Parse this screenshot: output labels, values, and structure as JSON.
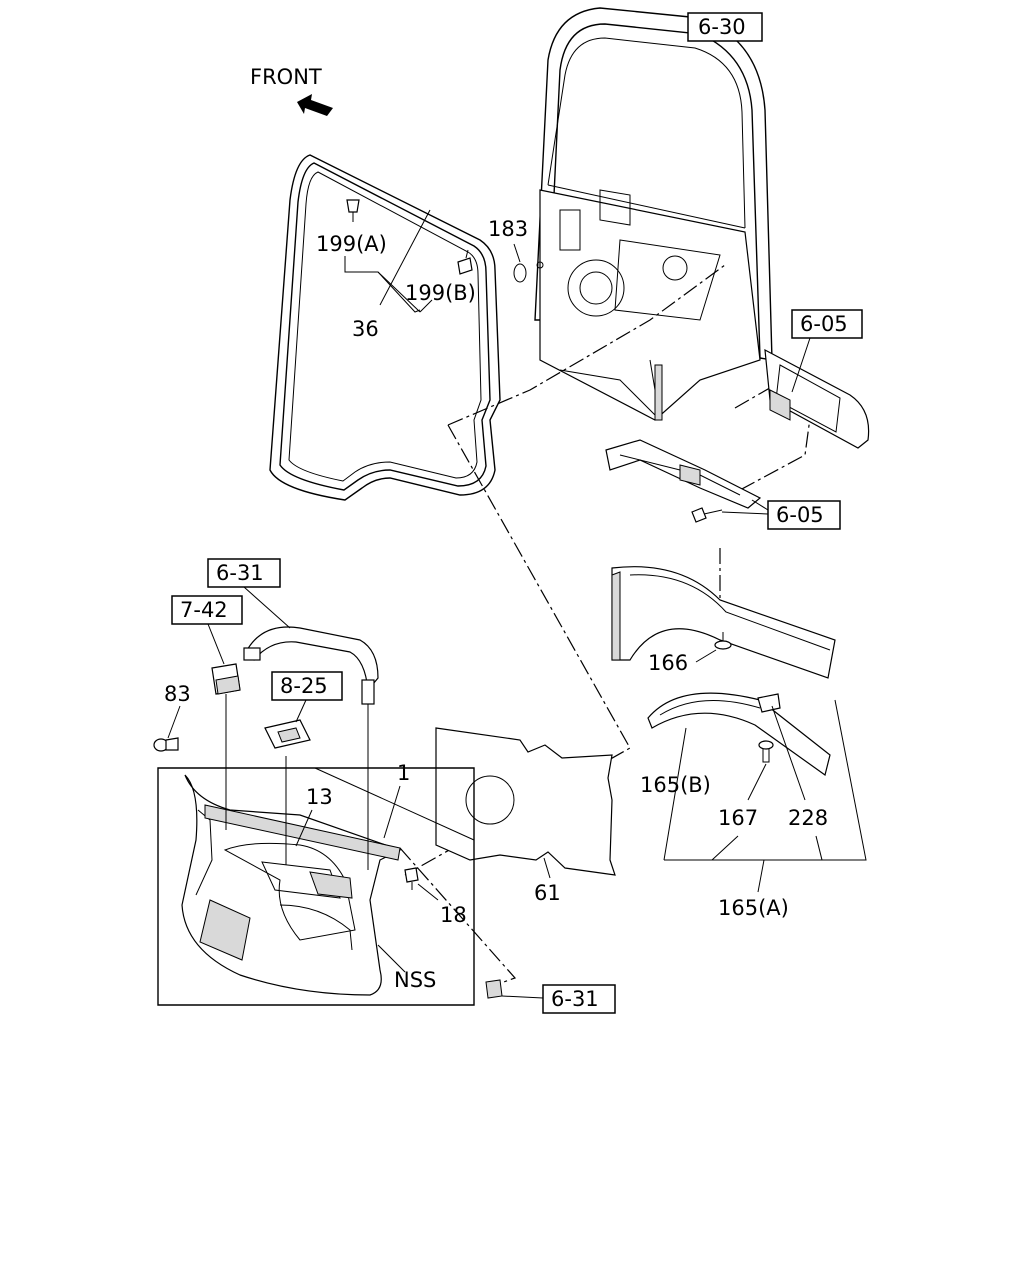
{
  "front_label": "FRONT",
  "refs": {
    "r630": "6-30",
    "r605a": "6-05",
    "r605b": "6-05",
    "r631a": "6-31",
    "r742": "7-42",
    "r825": "8-25",
    "r631b": "6-31"
  },
  "parts": {
    "p199a": "199(A)",
    "p199b": "199(B)",
    "p36": "36",
    "p183": "183",
    "p166": "166",
    "p83": "83",
    "p1": "1",
    "p13": "13",
    "p18": "18",
    "p61": "61",
    "pnss": "NSS",
    "p165b": "165(B)",
    "p167": "167",
    "p228": "228",
    "p165a": "165(A)"
  }
}
